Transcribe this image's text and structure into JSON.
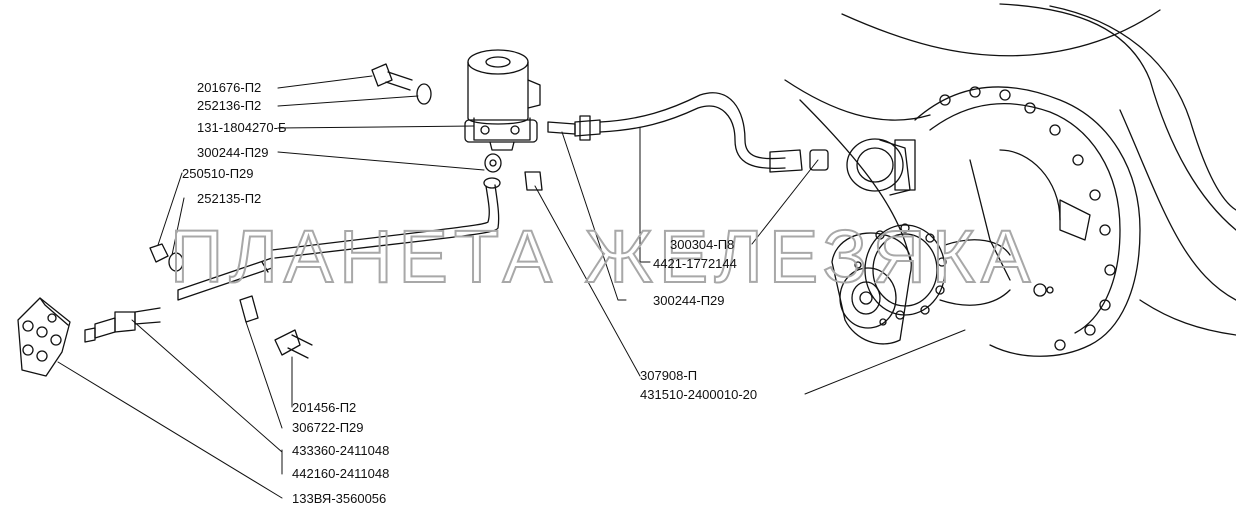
{
  "watermark": "ПЛАНЕТА ЖЕЛЕЗЯКА",
  "labels": {
    "l201676": "201676-П2",
    "l252136": "252136-П2",
    "l131": "131-1804270-Б",
    "l300244a": "300244-П29",
    "l250510": "250510-П29",
    "l252135": "252135-П2",
    "l300304": "300304-П8",
    "l4421": "4421-1772144",
    "l300244b": "300244-П29",
    "l307908": "307908-П",
    "l431510": "431510-2400010-20",
    "l201456": "201456-П2",
    "l306722": "306722-П29",
    "l433360": "433360-2411048",
    "l442160": "442160-2411048",
    "l133": "133ВЯ-3560056"
  }
}
